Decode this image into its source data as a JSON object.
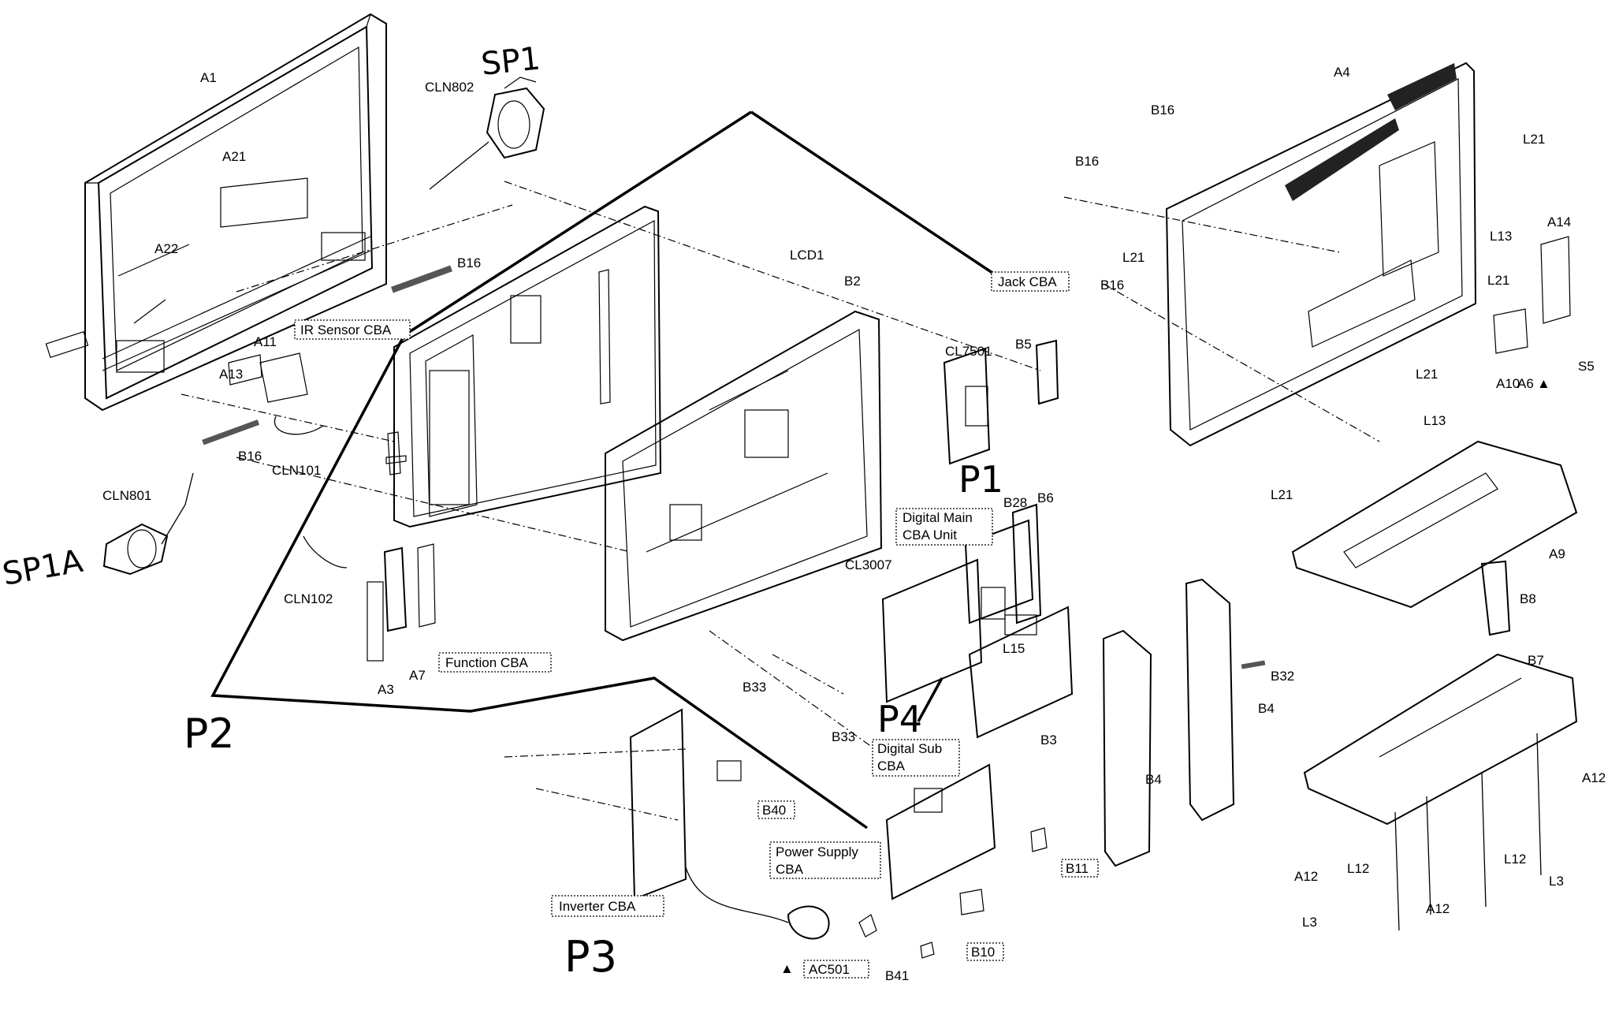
{
  "labels": {
    "a1": "A1",
    "a21": "A21",
    "a22": "A22",
    "a11": "A11",
    "a13": "A13",
    "b16_a": "B16",
    "b16_b": "B16",
    "b16_c": "B16",
    "b16_d": "B16",
    "b16_e": "B16",
    "cln802": "CLN802",
    "cln801": "CLN801",
    "cln101": "CLN101",
    "cln102": "CLN102",
    "ir_sensor": "IR Sensor CBA",
    "function_cba": "Function CBA",
    "a3": "A3",
    "a7": "A7",
    "lcd1": "LCD1",
    "b2": "B2",
    "jack_cba": "Jack CBA",
    "cl7501": "CL7501",
    "b5": "B5",
    "digital_main_1": "Digital Main",
    "digital_main_2": "CBA Unit",
    "b28": "B28",
    "b6": "B6",
    "cl3007": "CL3007",
    "l15": "L15",
    "b3": "B3",
    "b33_a": "B33",
    "b33_b": "B33",
    "digital_sub_1": "Digital Sub",
    "digital_sub_2": "CBA",
    "b40": "B40",
    "power_supply_1": "Power Supply",
    "power_supply_2": "CBA",
    "b11": "B11",
    "inverter_cba": "Inverter CBA",
    "ac501": "AC501",
    "b10": "B10",
    "b41": "B41",
    "b4_a": "B4",
    "b4_b": "B4",
    "b32": "B32",
    "a4": "A4",
    "l21_a": "L21",
    "l21_b": "L21",
    "l21_c": "L21",
    "l21_d": "L21",
    "l21_e": "L21",
    "l13_a": "L13",
    "l13_b": "L13",
    "a14": "A14",
    "a10": "A10",
    "a6": "A6",
    "s5": "S5",
    "a9": "A9",
    "b8": "B8",
    "b7": "B7",
    "a12_a": "A12",
    "a12_b": "A12",
    "a12_c": "A12",
    "l12_a": "L12",
    "l12_b": "L12",
    "l3_a": "L3",
    "l3_b": "L3"
  },
  "handwritten": {
    "sp1": "SP1",
    "sp1a": "SP1A",
    "p1": "P1",
    "p2": "P2",
    "p3": "P3",
    "p4": "P4"
  },
  "symbols": {
    "warning_icon": "▲"
  }
}
